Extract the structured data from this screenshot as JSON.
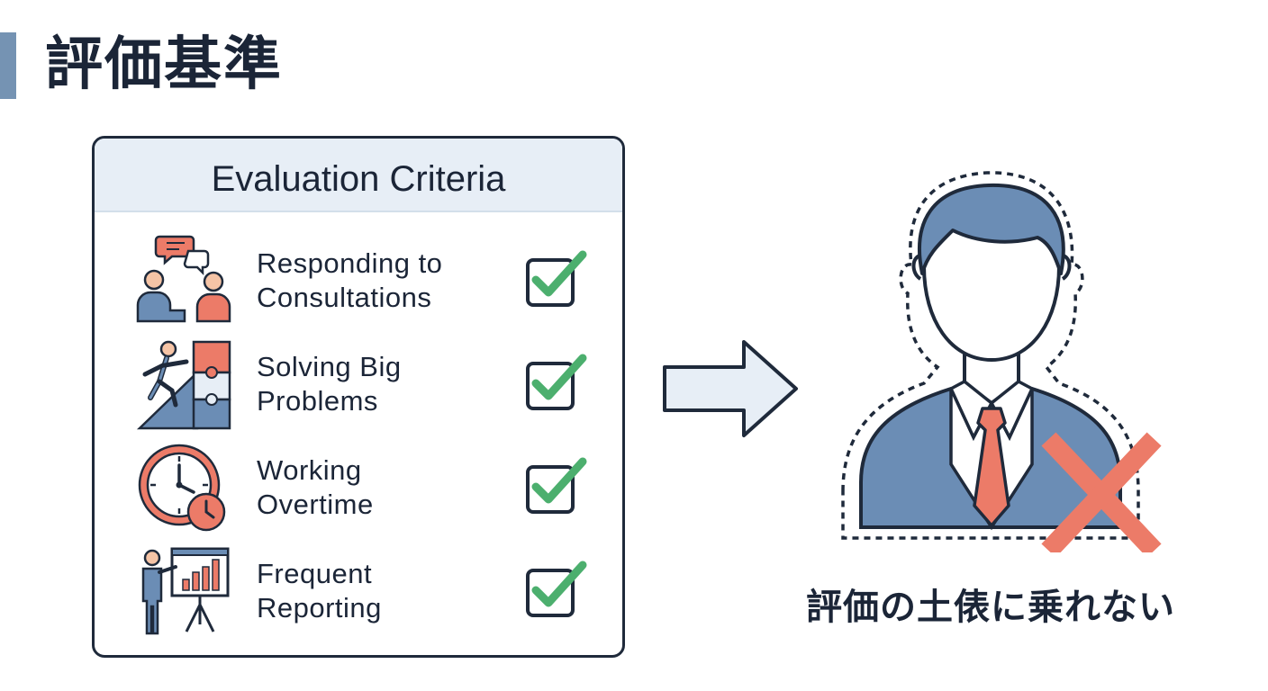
{
  "page": {
    "title": "評価基準"
  },
  "criteria_card": {
    "title": "Evaluation Criteria",
    "items": [
      {
        "line1": "Responding to",
        "line2": "Consultations",
        "icon": "consultation-icon",
        "checked": true
      },
      {
        "line1": "Solving Big",
        "line2": "Problems",
        "icon": "puzzle-climb-icon",
        "checked": true
      },
      {
        "line1": "Working",
        "line2": "Overtime",
        "icon": "clock-icon",
        "checked": true
      },
      {
        "line1": "Frequent",
        "line2": "Reporting",
        "icon": "presentation-icon",
        "checked": true
      }
    ]
  },
  "result": {
    "caption": "評価の土俵に乗れない",
    "person_icon": "businessman-icon",
    "mark_icon": "cross-mark-icon"
  },
  "colors": {
    "accent_blue": "#6b8db5",
    "dark": "#1f2a3b",
    "check_green": "#4caf6e",
    "cross_red": "#ec7b68",
    "header_bg": "#e7eef6"
  }
}
